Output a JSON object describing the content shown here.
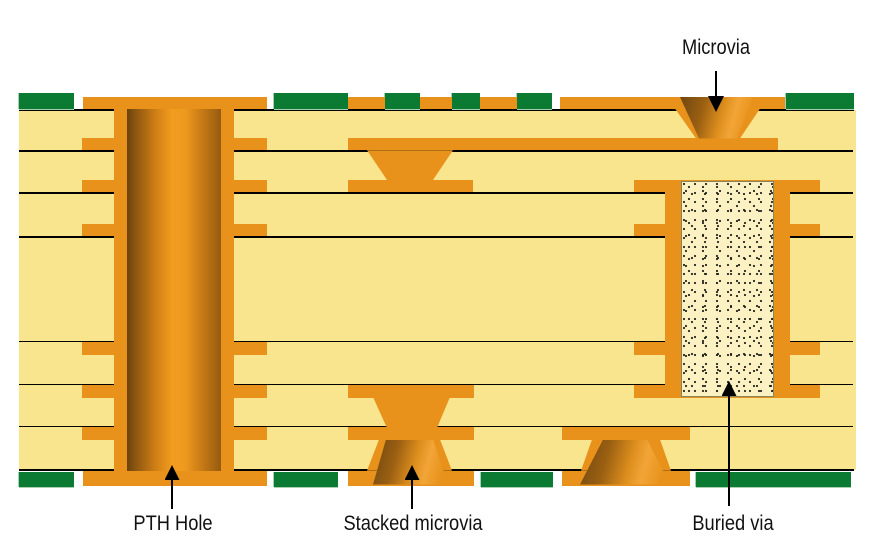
{
  "diagram": {
    "type": "pcb-cross-section",
    "labels": {
      "microvia": "Microvia",
      "pth_hole": "PTH Hole",
      "stacked_microvia": "Stacked microvia",
      "buried_via": "Buried via"
    },
    "colors": {
      "background": "#FFFFFF",
      "board_substrate": "#F9E58E",
      "copper": "#E8921C",
      "copper_shadow": "#6B430D",
      "solder_mask_green": "#0B7B33",
      "buried_via_fill": "#FBF1C3",
      "layer_line": "#000000",
      "label_text": "#111111"
    },
    "layer_count": 8
  }
}
